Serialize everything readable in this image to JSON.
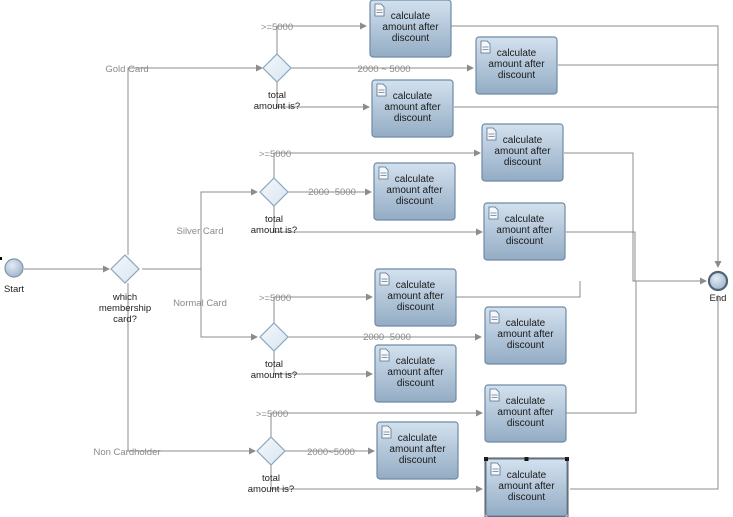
{
  "colors": {
    "task_fill_top": "#c9d9e8",
    "task_fill_bottom": "#8fa9c2",
    "task_border": "#6f8aa6",
    "gateway_fill": "#e6f0f8",
    "gateway_border": "#8aa6bf",
    "event_fill": "#c6d6e5",
    "connector": "#8c8c8c",
    "label_gray": "#8a8a8a",
    "label_dark": "#222222"
  },
  "events": {
    "start": {
      "label": "Start"
    },
    "end": {
      "label": "End"
    }
  },
  "gateways": {
    "membership": {
      "label": [
        "which",
        "membership",
        "card?"
      ]
    },
    "gold": {
      "label": [
        "total",
        "amount is?"
      ]
    },
    "silver": {
      "label": [
        "total",
        "amount is?"
      ]
    },
    "normal": {
      "label": [
        "total",
        "amount is?"
      ]
    },
    "noncard": {
      "label": [
        "total",
        "amount is?"
      ]
    }
  },
  "task_label": [
    "calculate",
    "amount after",
    "discount"
  ],
  "task_icon": "document-icon",
  "flow_labels": {
    "gold_card": "Gold Card",
    "silver_card": "Silver Card",
    "normal_card": "Normal Card",
    "non_cardholder": "Non Cardholder",
    "gold_high": ">=5000",
    "gold_mid": "2000 ~ 5000",
    "silver_high": ">=5000",
    "silver_mid": "2000~5000",
    "normal_high": ">=5000",
    "normal_mid": "2000~5000",
    "noncard_high": ">=5000",
    "noncard_mid": "2000~5000"
  }
}
